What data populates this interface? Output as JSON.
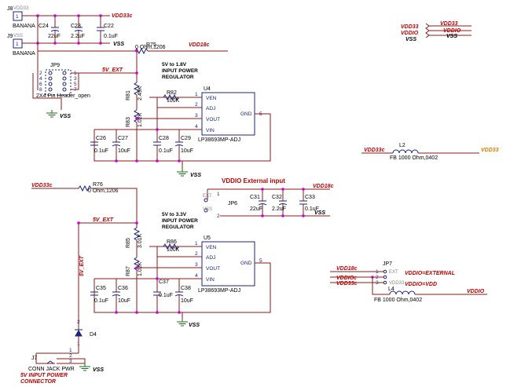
{
  "nets": {
    "vdd33": "VDD33",
    "vdd33c": "VDD33c",
    "vdd18c": "VDD18c",
    "vddio": "VDDIO",
    "vddioc": "VDDIOc",
    "vss": "VSS",
    "fiveV_ext": "5V_EXT"
  },
  "parts": {
    "j8": {
      "ref": "J8",
      "pin": "1",
      "net": "VDD33",
      "value": "BANANA"
    },
    "j9": {
      "ref": "J9",
      "pin": "1",
      "net": "VSS",
      "value": "BANANA"
    },
    "c24": {
      "ref": "C24",
      "value": "22uF"
    },
    "c23": {
      "ref": "C23",
      "value": "2.2uF"
    },
    "c22": {
      "ref": "C22",
      "value": "0.1uF"
    },
    "r75": {
      "ref": "R75",
      "value": "0 Ohm,1206"
    },
    "jp9": {
      "ref": "JP9",
      "value": "2X4 Pin Header_open",
      "pins_left": [
        "2",
        "4",
        "6",
        "8"
      ],
      "pins_right": [
        "1",
        "3",
        "5",
        "7"
      ]
    },
    "u4": {
      "ref": "U4",
      "part": "LP38693MP-ADJ",
      "pins": [
        "VEN",
        "ADJ",
        "VOUT",
        "VIN",
        "GND"
      ],
      "nums": [
        "1",
        "2",
        "3",
        "4",
        "5"
      ]
    },
    "r81": {
      "ref": "R81",
      "value": "2.49K"
    },
    "r82": {
      "ref": "R82",
      "value": "100K"
    },
    "r83": {
      "ref": "R83",
      "value": "1.02K"
    },
    "c26": {
      "ref": "C26",
      "value": "0.1uF"
    },
    "c27": {
      "ref": "C27",
      "value": "10uF"
    },
    "c28": {
      "ref": "C28",
      "value": "0.1uF"
    },
    "c29": {
      "ref": "C29",
      "value": "10uF"
    },
    "l2": {
      "ref": "L2",
      "value": "FB 1000 Ohm,0402"
    },
    "r76": {
      "ref": "R76",
      "value": "0 Ohm,1206"
    },
    "jp6": {
      "ref": "JP6",
      "ext": "EXT",
      "vss": "VSS",
      "p1": "1",
      "p2": "2"
    },
    "c31": {
      "ref": "C31",
      "value": "22uF"
    },
    "c32": {
      "ref": "C32",
      "value": "2.2uF"
    },
    "c33": {
      "ref": "C33",
      "value": "0.1uF"
    },
    "u5": {
      "ref": "U5",
      "part": "LP38693MP-ADJ",
      "pins": [
        "VEN",
        "ADJ",
        "VOUT",
        "VIN",
        "GND"
      ],
      "nums": [
        "1",
        "2",
        "3",
        "4",
        "5"
      ]
    },
    "r85": {
      "ref": "R85",
      "value": "3.01K"
    },
    "r86": {
      "ref": "R86",
      "value": "100K"
    },
    "r87": {
      "ref": "R87",
      "value": "1.02K"
    },
    "c35": {
      "ref": "C35",
      "value": "0.1uF"
    },
    "c36": {
      "ref": "C36",
      "value": "10uF"
    },
    "c37": {
      "ref": "C37",
      "value": "0.1uF"
    },
    "c38": {
      "ref": "C38",
      "value": "10uF"
    },
    "d4": {
      "ref": "D4",
      "p1": "1",
      "p2": "2"
    },
    "j7": {
      "ref": "J7",
      "value": "CONN JACK PWR",
      "pins": [
        "1",
        "2",
        "3"
      ]
    },
    "jp7": {
      "ref": "JP7",
      "ext": "EXT",
      "vdd33": "VDD33",
      "pins": [
        "1",
        "2",
        "3"
      ]
    },
    "l4": {
      "ref": "L4",
      "value": "FB 1000 Ohm,0402"
    }
  },
  "titles": {
    "reg1": [
      "5V to 1.8V",
      "INPUT POWER",
      "REGULATOR"
    ],
    "reg2": [
      "5V to 3.3V",
      "INPUT POWER",
      "REGULATOR"
    ],
    "vddio_ext": "VDDIO External input",
    "input_conn": [
      "5V INPUT POWER",
      "CONNECTOR"
    ],
    "opt_ext": "VDDIO=EXTERNAL",
    "opt_vdd": "VDDIO=VDD"
  },
  "colors": {
    "wire": "#8b1a1a",
    "part": "#1a237e",
    "net": "#c00000",
    "junction": "#d000d0",
    "ground": "#1a6b1a"
  }
}
